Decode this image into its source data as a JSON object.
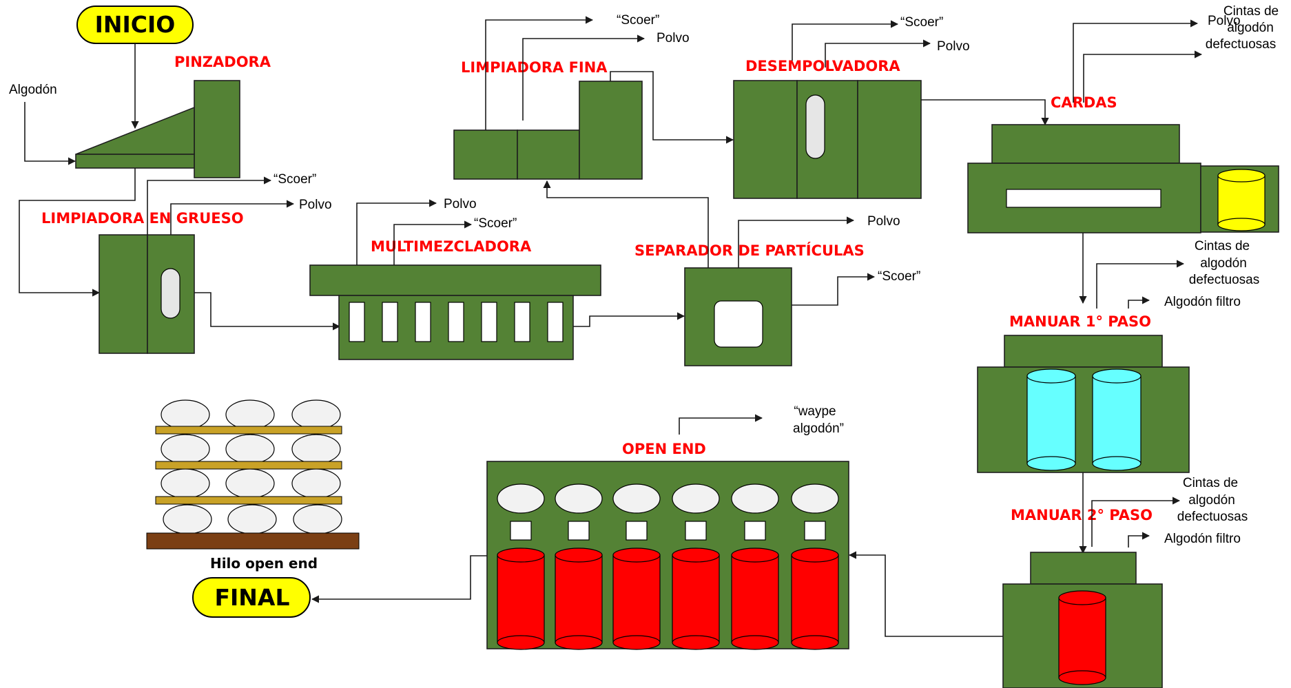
{
  "terminals": {
    "start": "INICIO",
    "end": "FINAL"
  },
  "stations": {
    "pinzadora": "PINZADORA",
    "limpiadora_grueso": "LIMPIADORA EN GRUESO",
    "multimezcladora": "MULTIMEZCLADORA",
    "limpiadora_fina": "LIMPIADORA FINA",
    "separador": "SEPARADOR DE PARTÍCULAS",
    "desempolvadora": "DESEMPOLVADORA",
    "cardas": "CARDAS",
    "manuar1": "MANUAR 1° PASO",
    "manuar2": "MANUAR 2° PASO",
    "open_end": "OPEN END"
  },
  "io": {
    "algodon": "Algodón",
    "scoer": "“Scoer”",
    "polvo": "Polvo",
    "cintas_1": "Cintas de",
    "cintas_2": "algodón",
    "cintas_3": "defectuosas",
    "algodon_filtro": "Algodón filtro",
    "waype_1": "“waype",
    "waype_2": "algodón”"
  },
  "product": "Hilo open end",
  "colors": {
    "machine": "#548235",
    "terminal": "#ffff00",
    "label": "#ff0000",
    "can_cyan": "#66ffff",
    "can_red": "#ff0000",
    "can_yellow": "#ffff00",
    "shelf": "#c9a227",
    "base": "#7b3f14"
  }
}
